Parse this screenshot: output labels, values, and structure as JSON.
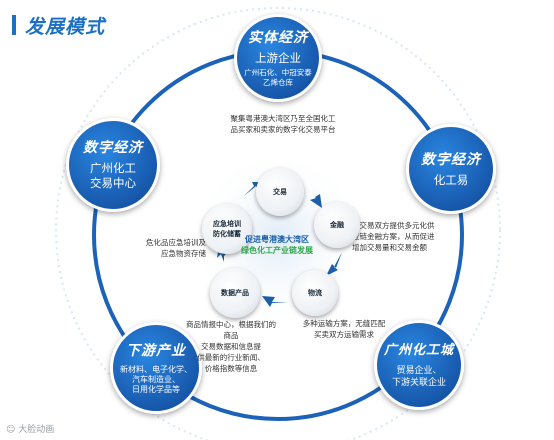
{
  "header": {
    "title": "发展模式"
  },
  "nodes": {
    "top": {
      "title": "实体经济",
      "sub": "上游企业",
      "detail_1": "广州石化、中冠安泰",
      "detail_2": "乙烯仓库"
    },
    "left": {
      "title": "数字经济",
      "sub_1": "广州化工",
      "sub_2": "交易中心"
    },
    "right": {
      "title": "数字经济",
      "sub": "化工易"
    },
    "bottom_left": {
      "title": "下游产业",
      "sub_1": "新材料、电子化学、",
      "sub_2": "汽车制造业、",
      "sub_3": "日用化学品等"
    },
    "bottom_right": {
      "title": "广州化工城",
      "sub_1": "贸易企业、",
      "sub_2": "下游关联企业"
    }
  },
  "descriptions": {
    "top": [
      "聚集粤港澳大湾区乃至全国化工",
      "品买家和卖家的数字化交易平台"
    ],
    "left": [
      "危化品应急培训及",
      "应急物资存储"
    ],
    "right": [
      "为交易双方提供多元化供",
      "应链金融方案，从而促进",
      "增加交易量和交易金额"
    ],
    "bottom_left": [
      "商品情报中心，根据我们的商品",
      "交易数据和信息提",
      "供最新的行业新闻、",
      "价格指数等信息"
    ],
    "bottom_right": [
      "多种运输方案，无缝匹配",
      "买卖双方运输需求"
    ]
  },
  "hubs": {
    "trade": "交易",
    "finance": "金融",
    "logistics": "物流",
    "data": "数据产品",
    "training_1": "应急培训",
    "training_2": "防化储蓄"
  },
  "center": {
    "line_1": "促进粤港澳大湾区",
    "line_2": "绿色化工产业链发展"
  },
  "watermark": "大脸动画",
  "colors": {
    "primary": "#1b6fc4",
    "node": "#1a5fb4",
    "ring": "#1c62b8",
    "arrow": "#1b5fa8",
    "accent_green": "#2fa84a"
  }
}
